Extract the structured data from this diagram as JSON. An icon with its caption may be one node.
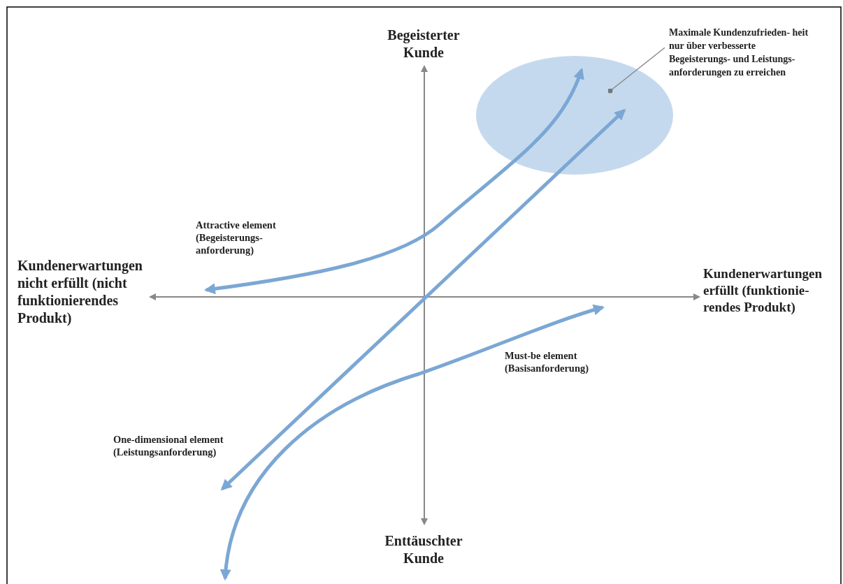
{
  "diagram": {
    "nodes": [
      {
        "text": [
          "Maximale Kundenzufrieden- heit nur über verbesserte Begeisterungs- und Leistungs- anforderungen zu erreichen"
        ]
      },
      {
        "text": [],
        "shape": "ellipse"
      }
    ],
    "edges": [
      {
        "from": 0,
        "to": 1,
        "arrow": "other",
        "color": "#888888"
      },
      {
        "from": null,
        "to": 1,
        "arrow": "both"
      },
      {
        "from": null,
        "to": 1,
        "arrow": "both"
      }
    ],
    "labels": [
      "Begeisterter Kunde",
      "Attractive element (Begeisterungs- anforderung)",
      "Kundenerwartungen nicht erfüllt (nicht funktionierendes Produkt)",
      "Kundenerwartungen erfüllt (funktionie- rendes Produkt)",
      "Must-be element (Basisanforderung)",
      "One-dimensional element (Leistungsanforderung)",
      "Enttäuschter Kunde"
    ]
  }
}
